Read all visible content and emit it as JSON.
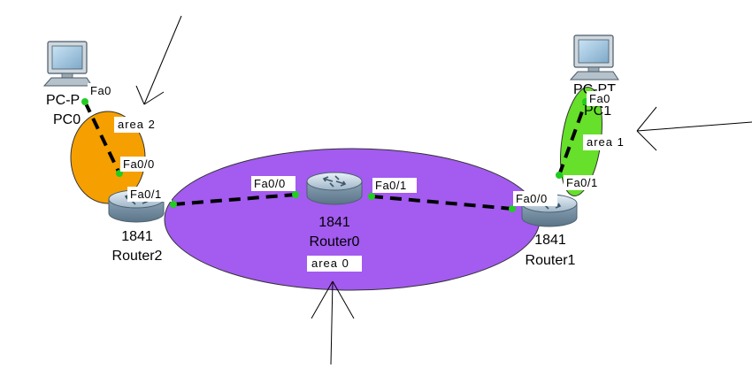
{
  "colors": {
    "area0": "#a35bf0",
    "area2": "#f5a000",
    "area1": "#66e02a",
    "link": "#000000",
    "port_up": "#22cc22"
  },
  "areas": {
    "area0": "area 0",
    "area1": "area 1",
    "area2": "area 2"
  },
  "devices": {
    "router0": {
      "model": "1841",
      "name": "Router0",
      "icon": "router-icon"
    },
    "router1": {
      "model": "1841",
      "name": "Router1",
      "icon": "router-icon"
    },
    "router2": {
      "model": "1841",
      "name": "Router2",
      "icon": "router-icon"
    },
    "pc0": {
      "type": "PC-P",
      "name": "PC0",
      "icon": "pc-icon"
    },
    "pc1": {
      "type": "PC-PT",
      "name": "PC1",
      "icon": "pc-icon"
    }
  },
  "ports": {
    "pc0_fa0": "Fa0",
    "router2_fa00": "Fa0/0",
    "router2_fa01": "Fa0/1",
    "router0_fa00": "Fa0/0",
    "router0_fa01": "Fa0/1",
    "router1_fa00": "Fa0/0",
    "router1_fa01": "Fa0/1",
    "pc1_fa0": "Fa0"
  }
}
